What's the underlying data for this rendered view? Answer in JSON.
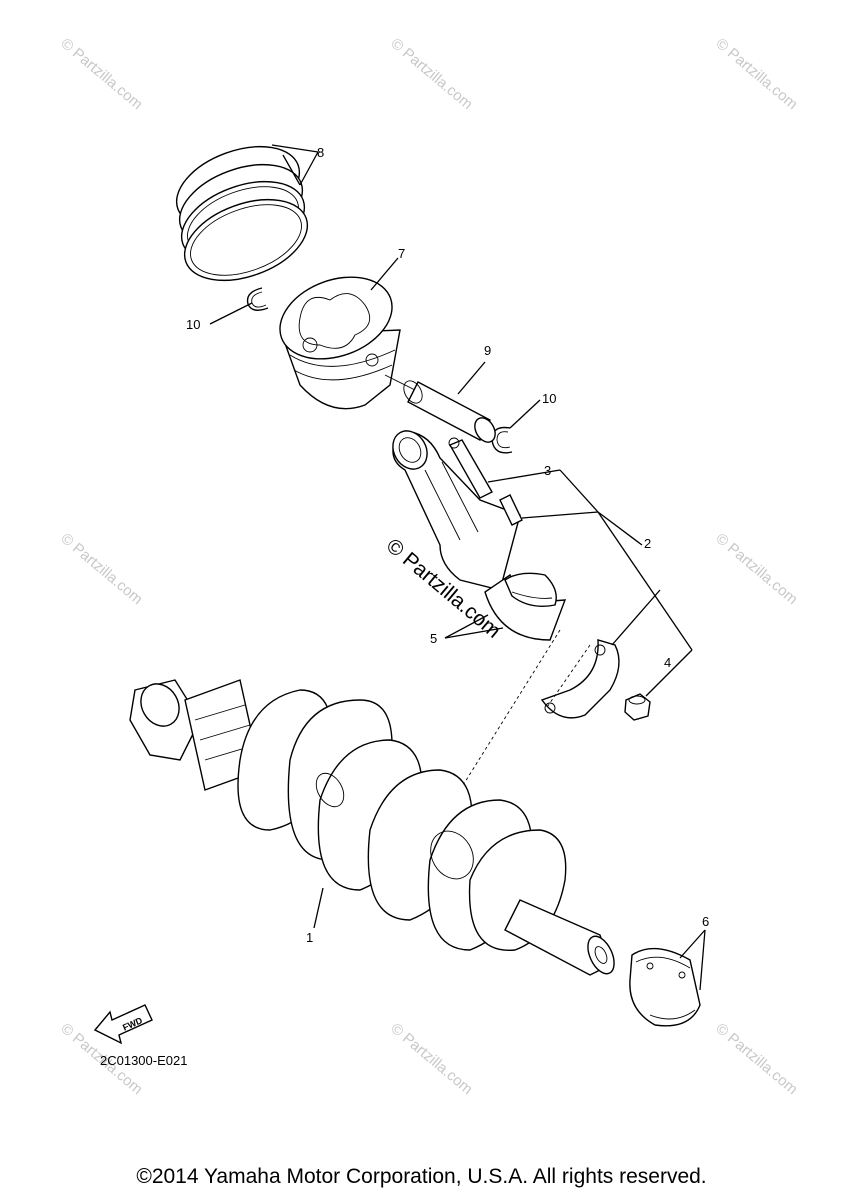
{
  "watermark": {
    "text": "© Partzilla.com",
    "center_text": "© Partzilla.com"
  },
  "callouts": [
    "1",
    "2",
    "3",
    "4",
    "5",
    "6",
    "7",
    "8",
    "9",
    "10",
    "10"
  ],
  "fwd_label": "FWD",
  "diagram_code": "2C01300-E021",
  "copyright": "©2014 Yamaha Motor Corporation, U.S.A. All rights reserved."
}
